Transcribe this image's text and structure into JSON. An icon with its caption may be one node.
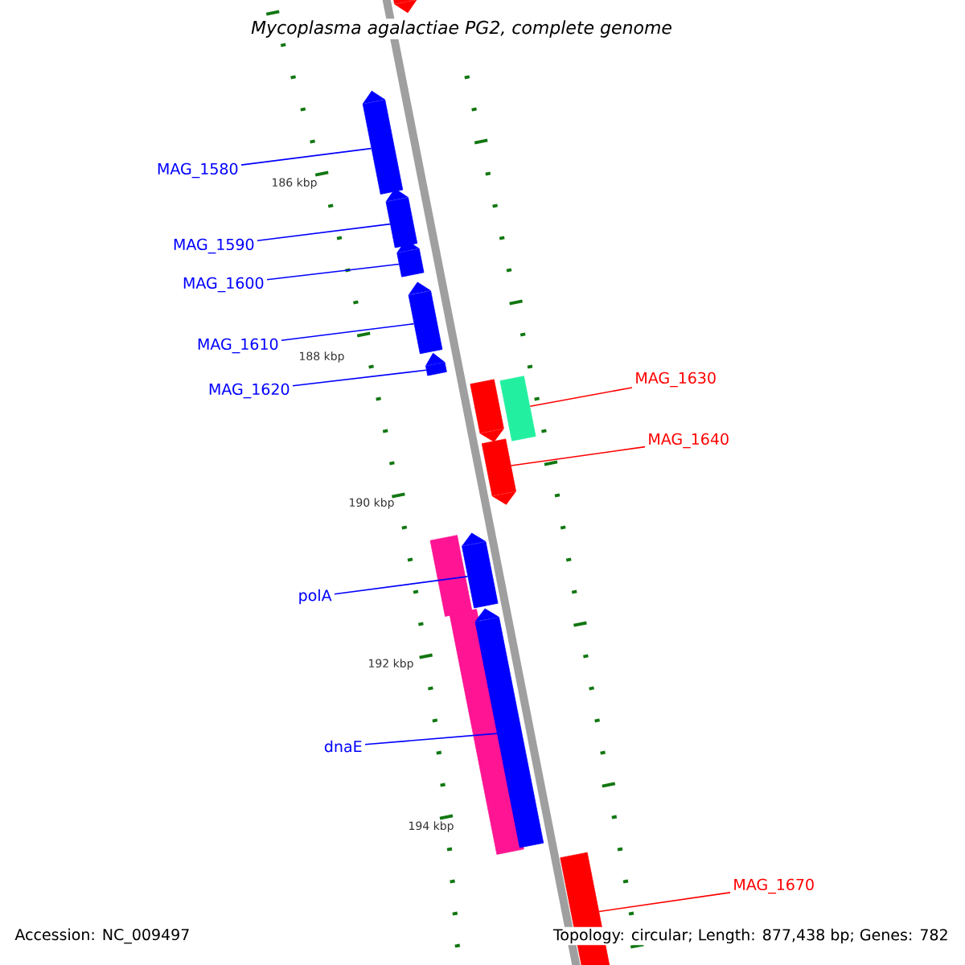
{
  "diagram": {
    "title": "Mycoplasma agalactiae PG2, complete genome",
    "nodes": [
      {
        "text": [
          "MAG_1580"
        ]
      },
      {
        "text": [
          "MAG_1590"
        ]
      },
      {
        "text": [
          "MAG_1600"
        ]
      },
      {
        "text": [
          "MAG_1610"
        ]
      },
      {
        "text": [
          "MAG_1620"
        ]
      },
      {
        "text": [
          "MAG_1630"
        ]
      },
      {
        "text": [
          "MAG_1640"
        ]
      },
      {
        "text": [
          "polA"
        ]
      },
      {
        "text": [
          "dnaE"
        ]
      },
      {
        "text": [
          "MAG_1670"
        ]
      },
      {
        "text": [],
        "shape": "arrow"
      },
      {
        "text": [],
        "shape": "arrow"
      },
      {
        "text": [],
        "shape": "arrow"
      },
      {
        "text": [],
        "shape": "arrow"
      },
      {
        "text": [],
        "shape": "arrow"
      },
      {
        "text": [],
        "shape": "arrow"
      },
      {
        "text": [],
        "shape": "arrow"
      },
      {
        "text": [],
        "shape": "bar"
      },
      {
        "text": [],
        "shape": "arrow"
      },
      {
        "text": [],
        "shape": "bar"
      },
      {
        "text": [],
        "shape": "arrow"
      },
      {
        "text": [],
        "shape": "bar"
      },
      {
        "text": [],
        "shape": "arrow"
      },
      {
        "text": [],
        "shape": "bar"
      }
    ],
    "edges": [
      {
        "from": 0,
        "to": 11,
        "arrow": "none"
      },
      {
        "from": 1,
        "to": 12,
        "arrow": "none"
      },
      {
        "from": 2,
        "to": 13,
        "arrow": "none"
      },
      {
        "from": 3,
        "to": 14,
        "arrow": "none"
      },
      {
        "from": 4,
        "to": 15,
        "arrow": "none"
      },
      {
        "from": 5,
        "to": 17,
        "arrow": "none",
        "color": "#ff0000"
      },
      {
        "from": 6,
        "to": 18,
        "arrow": "none",
        "color": "#ff0000"
      },
      {
        "from": 7,
        "to": 20,
        "arrow": "none"
      },
      {
        "from": 8,
        "to": 22,
        "arrow": "none"
      },
      {
        "from": 9,
        "to": 23,
        "arrow": "none",
        "color": "#ff0000"
      }
    ],
    "labels": [
      "186 kbp",
      "188 kbp",
      "190 kbp",
      "192 kbp",
      "194 kbp",
      "Accession: NC_009497",
      "Topology: circular; Length: 877,438 bp; Genes: 782"
    ]
  }
}
